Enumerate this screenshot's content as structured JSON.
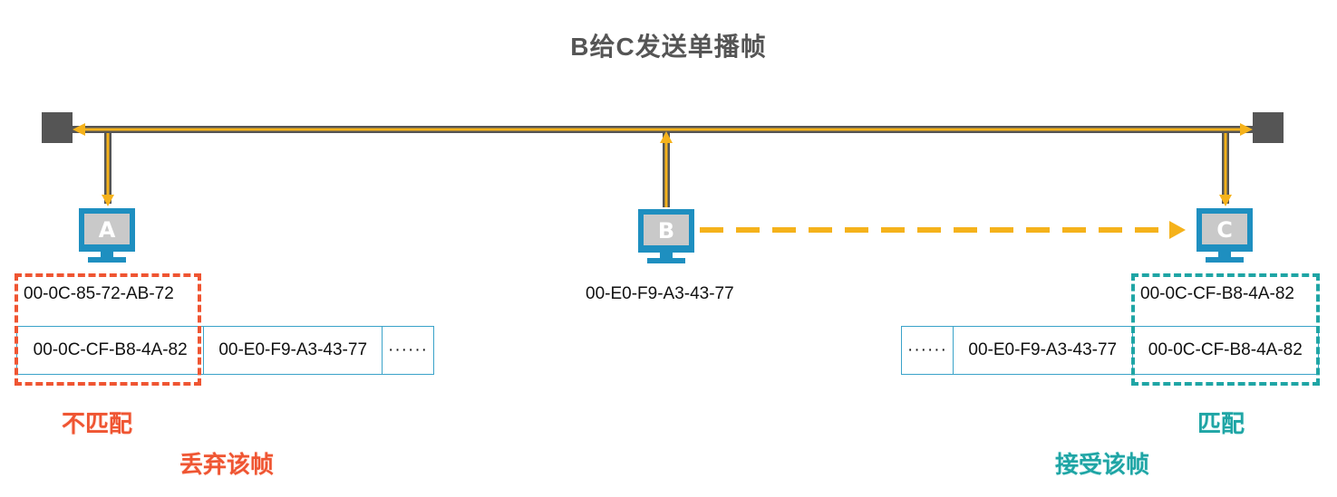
{
  "title": "B给C发送单播帧",
  "hosts": {
    "a": {
      "letter": "A",
      "mac": "00-0C-85-72-AB-72"
    },
    "b": {
      "letter": "B",
      "mac": "00-E0-F9-A3-43-77"
    },
    "c": {
      "letter": "C",
      "mac": "00-0C-CF-B8-4A-82"
    }
  },
  "frame_left": {
    "dest": "00-0C-CF-B8-4A-82",
    "src": "00-E0-F9-A3-43-77",
    "rest": "······"
  },
  "frame_right": {
    "rest": "······",
    "src": "00-E0-F9-A3-43-77",
    "dest": "00-0C-CF-B8-4A-82"
  },
  "result_a": {
    "match": "不匹配",
    "action": "丢弃该帧"
  },
  "result_c": {
    "match": "匹配",
    "action": "接受该帧"
  },
  "colors": {
    "bus": "#555555",
    "signal": "#f5b21b",
    "pc": "#1e8fc0",
    "pc_screen": "#c9c9c9",
    "mismatch": "#ef5532",
    "match": "#1fa5a5"
  }
}
